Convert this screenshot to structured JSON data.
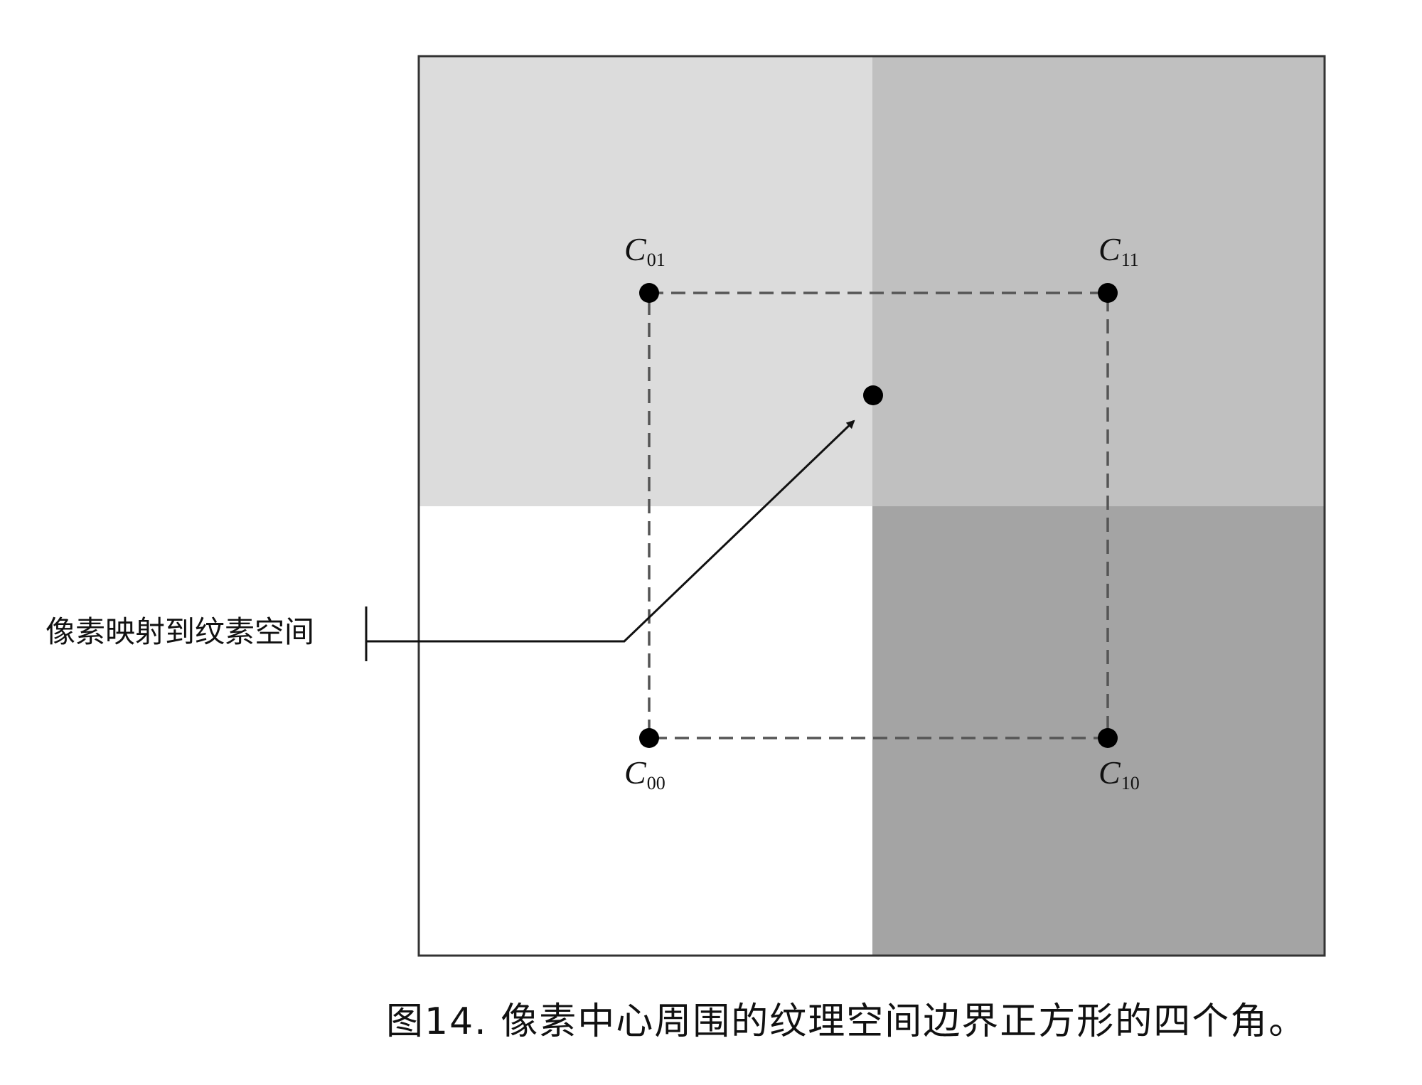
{
  "diagram": {
    "annotation": "像素映射到纹素空间",
    "caption": "图14. 像素中心周围的纹理空间边界正方形的四个角。",
    "corners": [
      {
        "id": "c01",
        "letter": "C",
        "sub": "01"
      },
      {
        "id": "c11",
        "letter": "C",
        "sub": "11"
      },
      {
        "id": "c00",
        "letter": "C",
        "sub": "00"
      },
      {
        "id": "c10",
        "letter": "C",
        "sub": "10"
      }
    ],
    "colors": {
      "texel_top_left": "#dcdcdc",
      "texel_top_right": "#c0c0c0",
      "texel_bottom_left": "#ffffff",
      "texel_bottom_right": "#a4a4a4",
      "frame": "#333333",
      "dashed_box": "#555555",
      "points": "#000000"
    }
  }
}
